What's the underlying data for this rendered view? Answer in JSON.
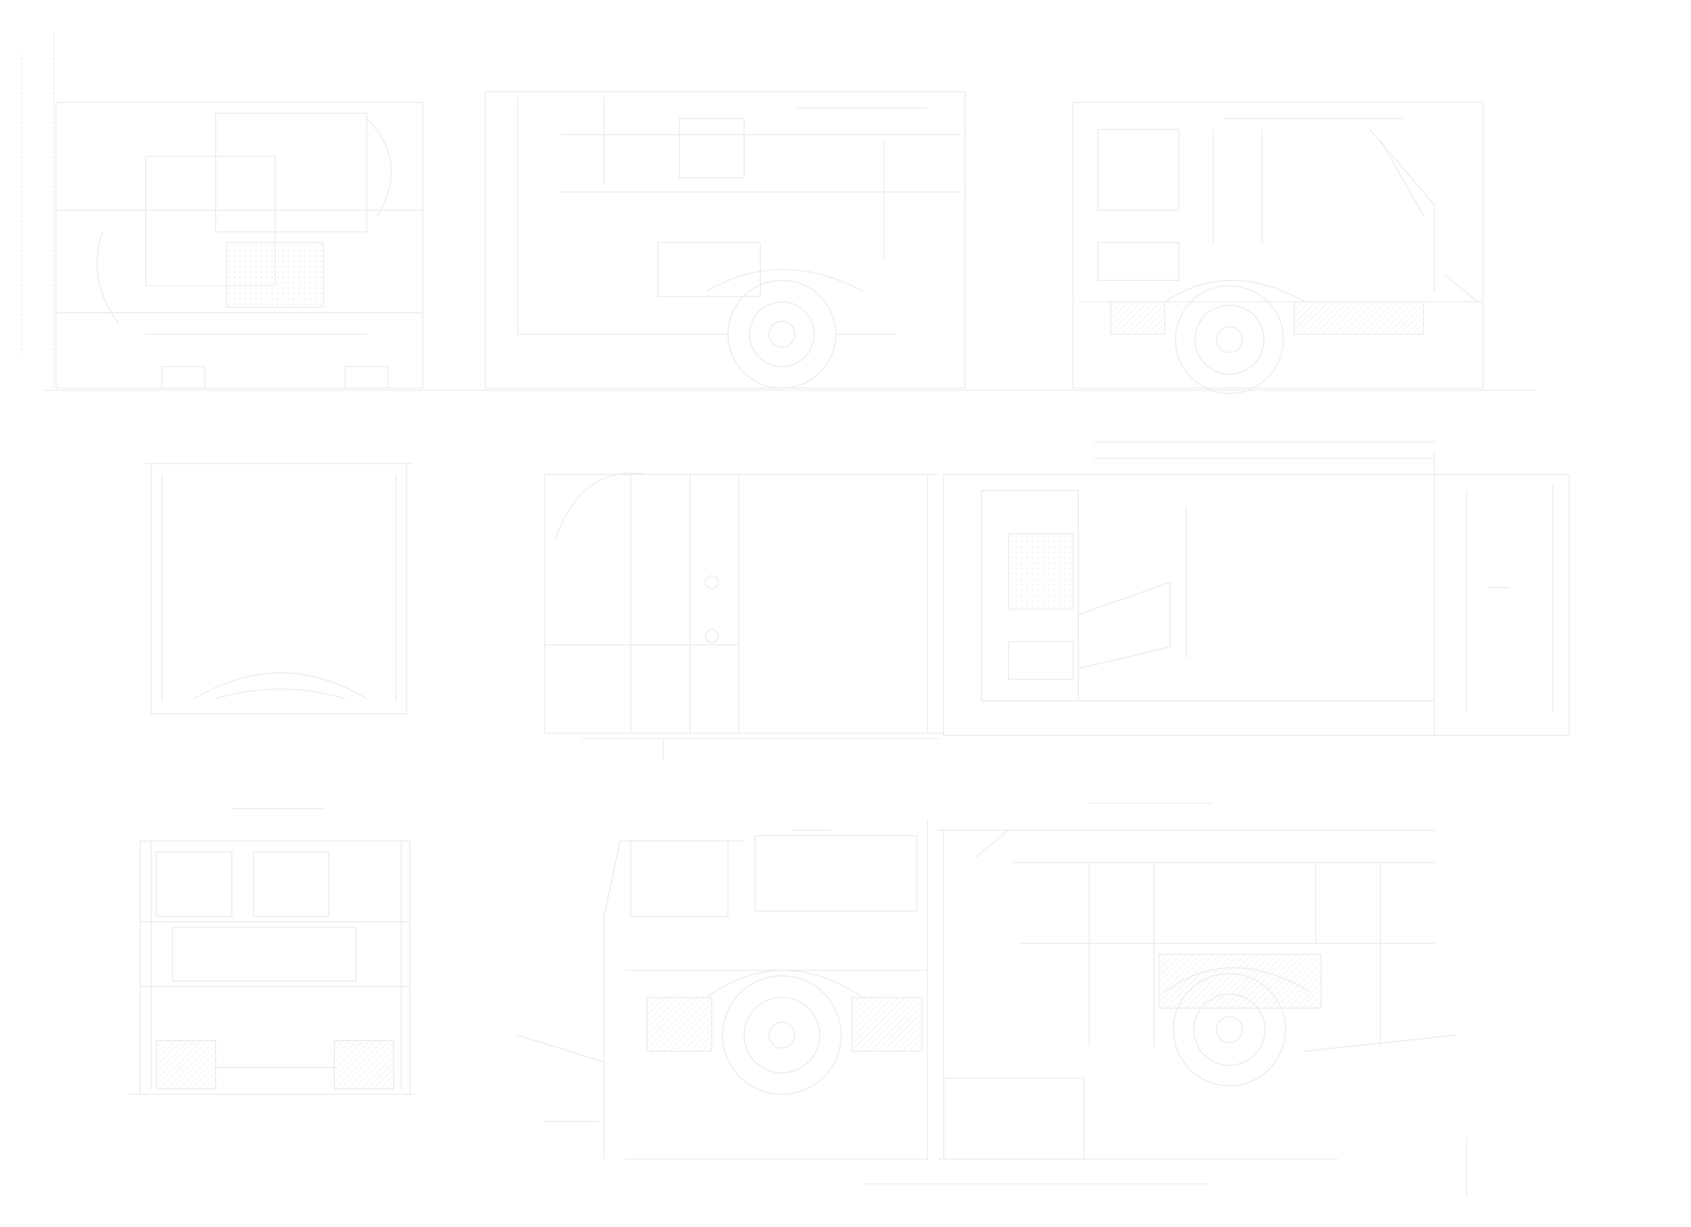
{
  "drawing": {
    "background": "#ffffff",
    "line_color": "#e9e9e9",
    "accent_line_color": "#dcdcdc",
    "views": [
      {
        "id": "rear-elevation-top"
      },
      {
        "id": "side-elevation-top"
      },
      {
        "id": "side-elevation-with-wheel-top"
      },
      {
        "id": "front-elevation-middle"
      },
      {
        "id": "door-detail-middle"
      },
      {
        "id": "cabin-plan-middle"
      },
      {
        "id": "rear-elevation-bottom"
      },
      {
        "id": "side-elevation-bottom-left"
      },
      {
        "id": "side-elevation-bottom-right"
      }
    ]
  }
}
